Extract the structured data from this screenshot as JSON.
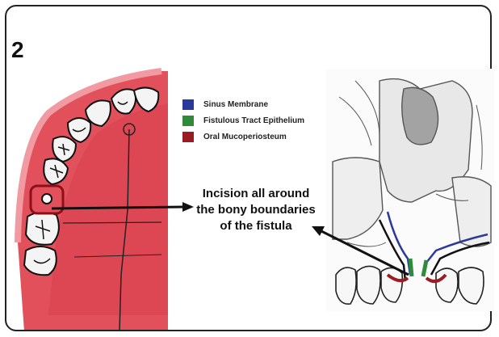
{
  "figure": {
    "number": "2"
  },
  "legend": {
    "items": [
      {
        "label": "Sinus Membrane",
        "color": "#2b3a9a"
      },
      {
        "label": "Fistulous Tract Epithelium",
        "color": "#2f8a3a"
      },
      {
        "label": "Oral Mucoperiosteum",
        "color": "#9b1b22"
      }
    ]
  },
  "caption": {
    "lines": [
      "Incision all around",
      "the bony boundaries",
      "of the fistula"
    ]
  },
  "colors": {
    "palate": "#e2505c",
    "palate_light": "#ef8a93",
    "arrow": "#111111"
  }
}
